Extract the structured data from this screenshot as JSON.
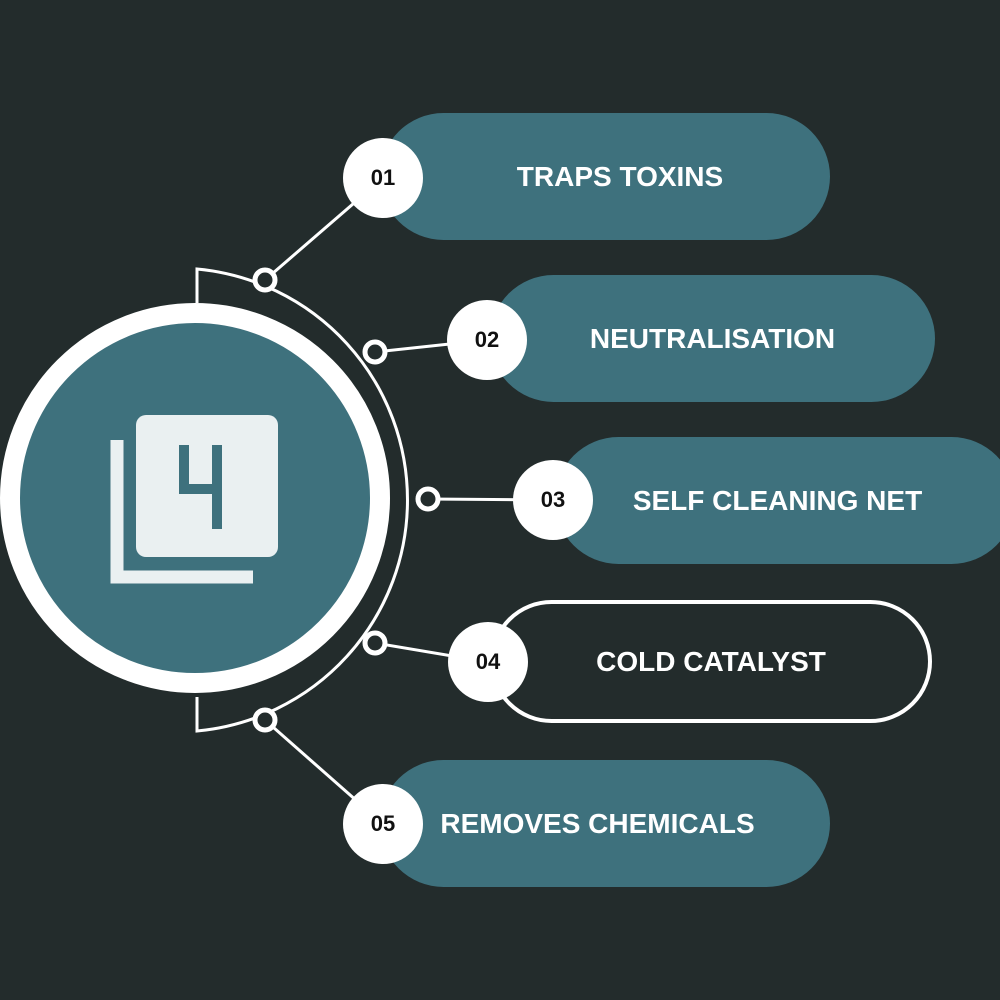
{
  "colors": {
    "background": "#232c2c",
    "accent": "#3e717d",
    "line": "#ffffff"
  },
  "center_icon": {
    "name": "filter-4-icon",
    "glyph": "4"
  },
  "items": [
    {
      "number": "01",
      "label": "TRAPS TOXINS",
      "style": "filled"
    },
    {
      "number": "02",
      "label": "NEUTRALISATION",
      "style": "filled"
    },
    {
      "number": "03",
      "label": "SELF CLEANING NET",
      "style": "filled"
    },
    {
      "number": "04",
      "label": "COLD CATALYST",
      "style": "outline"
    },
    {
      "number": "05",
      "label": "REMOVES CHEMICALS",
      "style": "filled"
    }
  ]
}
